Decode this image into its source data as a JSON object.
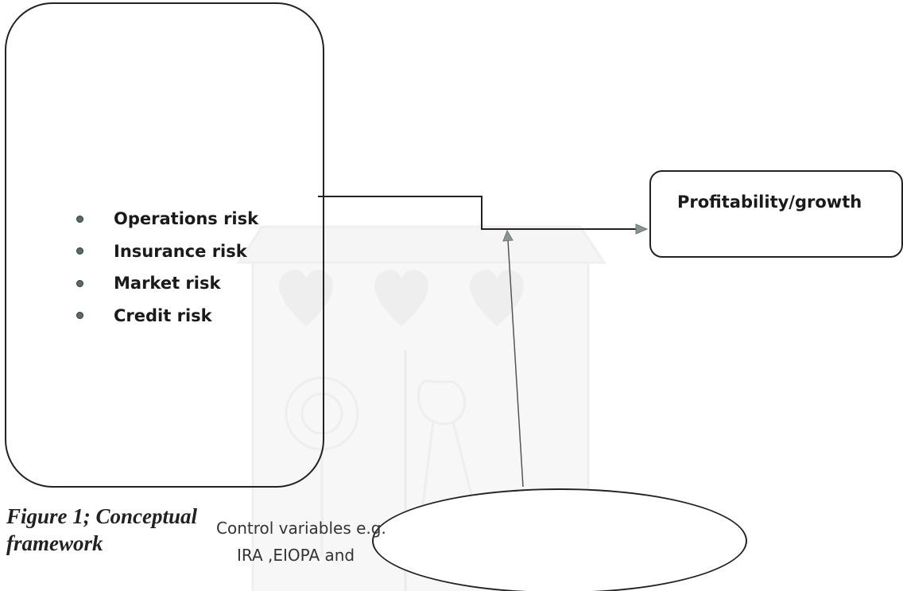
{
  "risk_factors": {
    "items": [
      {
        "label": "Operations risk"
      },
      {
        "label": "Insurance risk"
      },
      {
        "label": "Market risk"
      },
      {
        "label": "Credit risk"
      }
    ]
  },
  "outcome": {
    "label": "Profitability/growth"
  },
  "control": {
    "line1": "Control variables e.g.",
    "line2": "IRA ,EIOPA  and"
  },
  "caption": {
    "line1": "Figure 1; Conceptual",
    "line2": "framework"
  },
  "colors": {
    "stroke": "#222222",
    "arrowhead": "#8a9490",
    "bullet": "#5b6b66"
  }
}
